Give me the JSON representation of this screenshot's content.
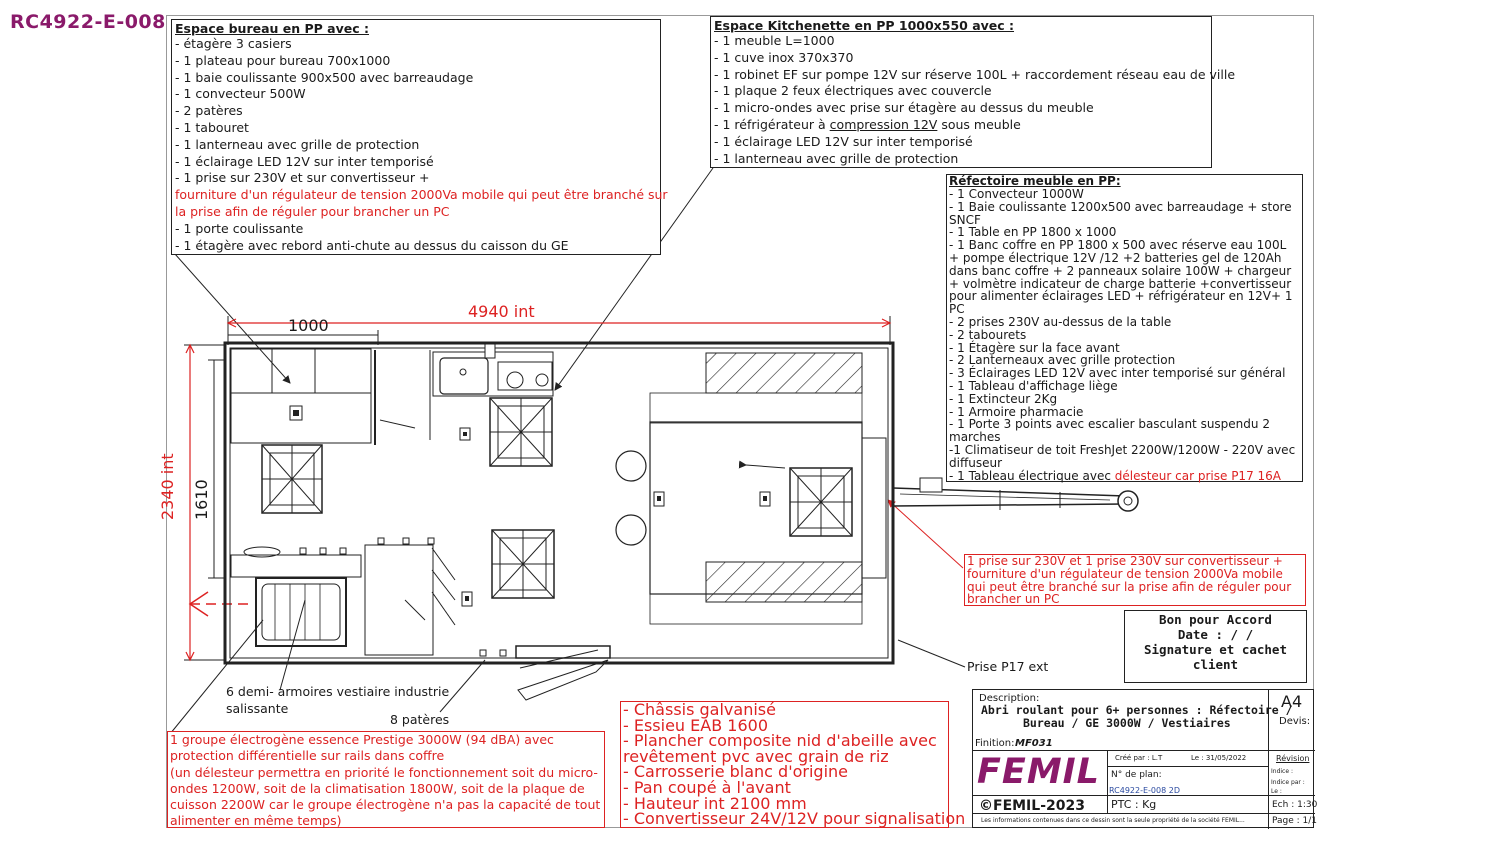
{
  "doc_ref": "RC4922-E-008",
  "bureau": {
    "title": "Espace bureau en PP avec :",
    "items": [
      {
        "text": "- étagère 3 casiers",
        "red": false
      },
      {
        "text": "- 1 plateau pour bureau 700x1000",
        "red": false
      },
      {
        "text": "- 1 baie coulissante 900x500 avec barreaudage",
        "red": false
      },
      {
        "text": "- 1 convecteur 500W",
        "red": false
      },
      {
        "text": "- 2 patères",
        "red": false
      },
      {
        "text": "- 1 tabouret",
        "red": false
      },
      {
        "text": "- 1 lanterneau avec grille de protection",
        "red": false
      },
      {
        "text": "- 1 éclairage LED 12V sur inter temporisé",
        "red": false
      },
      {
        "text": "- 1 prise sur 230V et sur convertisseur +",
        "red": false
      },
      {
        "text": "fourniture d'un régulateur de tension 2000Va mobile qui peut être branché sur",
        "red": true
      },
      {
        "text": "la prise afin de réguler pour brancher un PC",
        "red": true
      },
      {
        "text": "- 1 porte coulissante",
        "red": false
      },
      {
        "text": "- 1 étagère avec rebord anti-chute au dessus du caisson du GE",
        "red": false
      }
    ]
  },
  "kitchen": {
    "title": "Espace Kitchenette en PP 1000x550 avec :",
    "items": [
      "- 1 meuble L=1000",
      "- 1 cuve inox 370x370",
      "- 1 robinet EF sur pompe 12V sur réserve 100L + raccordement réseau eau de ville",
      "- 1 plaque 2 feux électriques avec couvercle",
      "- 1 micro-ondes avec prise sur étagère au dessus du meuble"
    ],
    "fridge_pre": "- 1 réfrigérateur à ",
    "fridge_u": "compression 12V",
    "fridge_post": " sous meuble",
    "items2": [
      "- 1 éclairage LED 12V sur inter temporisé",
      "- 1 lanterneau avec grille de protection"
    ]
  },
  "refectoire": {
    "title": "Réfectoire meuble en PP:",
    "items": [
      "- 1 Convecteur 1000W",
      "- 1 Baie coulissante 1200x500 avec barreaudage + store SNCF",
      "- 1 Table en PP 1800 x 1000",
      "- 1 Banc coffre en PP 1800 x 500 avec réserve eau 100L + pompe électrique 12V /12 +2 batteries gel de 120Ah dans banc coffre + 2 panneaux solaire 100W + chargeur + volmètre indicateur de charge batterie +convertisseur pour alimenter éclairages LED + réfrigérateur en 12V+ 1 PC",
      "- 2 prises 230V au-dessus de la table",
      "- 2 tabourets",
      "- 1 Étagère sur la face avant",
      "- 2 Lanterneaux avec grille protection",
      "- 3 Éclairages LED 12V avec inter temporisé sur général",
      "- 1 Tableau d'affichage liège",
      "- 1 Extincteur 2Kg",
      "- 1 Armoire pharmacie",
      "- 1 Porte 3 points avec escalier basculant suspendu 2 marches",
      "-1 Climatiseur de toit FreshJet 2200W/1200W - 220V avec diffuseur"
    ],
    "last_pre": "- 1 Tableau électrique avec ",
    "last_red": "délesteur car prise P17 16A"
  },
  "prise_note": "1 prise sur 230V et 1 prise 230V sur convertisseur + fourniture d'un régulateur de tension 2000Va mobile qui peut être branché sur la prise afin de réguler pour brancher un PC",
  "accord": {
    "line1": "Bon pour Accord",
    "line2": "Date :   /   /",
    "line3": "Signature et cachet client"
  },
  "labels": {
    "dim_1000": "1000",
    "dim_4940": "4940 int",
    "dim_2340": "2340 int",
    "dim_1610": "1610",
    "vestiaire": "6 demi- armoires vestiaire industrie",
    "vestiaire2": "salissante",
    "pateres": "8 patères",
    "prise_p17": "Prise P17 ext"
  },
  "ge_note": [
    "1 groupe électrogène essence Prestige 3000W (94 dBA) avec",
    "protection différentielle sur rails dans coffre",
    "(un délesteur permettra en priorité le fonctionnement soit du micro-",
    "ondes 1200W, soit de la climatisation 1800W, soit de la plaque de",
    "cuisson 2200W car le groupe électrogène n'a pas la capacité de tout",
    "alimenter en même temps)"
  ],
  "specs": [
    "- Châssis galvanisé",
    "- Essieu EAB 1600",
    "- Plancher composite nid d'abeille avec",
    "revêtement pvc avec grain de riz",
    "- Carrosserie blanc d'origine",
    "- Pan coupé à l'avant",
    "- Hauteur int 2100 mm",
    "- Convertisseur 24V/12V pour signalisation"
  ],
  "titleblock": {
    "desc_label": "Description:",
    "desc1": "Abri roulant  pour 6+ personnes : Réfectoire /",
    "desc2": "Bureau / GE 3000W / Vestiaires",
    "format": "A4",
    "devis": "Devis:",
    "finition_label": "Finition:",
    "finition": "MF031",
    "logo": "FEMIL",
    "cree": "Créé par : L.T",
    "le": "Le : 31/05/2022",
    "revision": "Révision",
    "indice": "Indice :",
    "indice_par": "Indice par :",
    "le2": "Le :",
    "plan_label": "N° de plan:",
    "plan": "RC4922-E-008 2D",
    "copyright": "©FEMIL-2023",
    "ptc": "PTC :  Kg",
    "ech": "Ech : 1:30",
    "page": "Page : 1/1",
    "footer": "Les informations contenues dans ce dessin sont la seule propriété de la société FEMIL..."
  },
  "colors": {
    "red": "#dd2222",
    "brand": "#8a1a6a",
    "ink": "#222222"
  }
}
